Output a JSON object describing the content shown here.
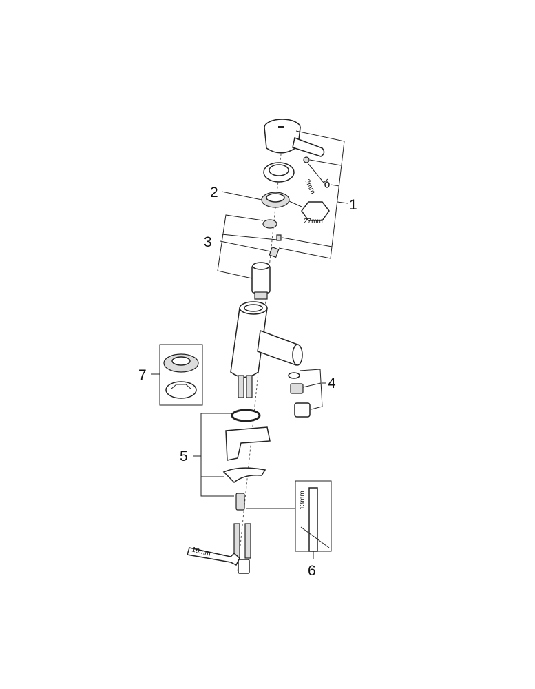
{
  "callouts": {
    "c1": "1",
    "c2": "2",
    "c3": "3",
    "c4": "4",
    "c5": "5",
    "c6": "6",
    "c7": "7"
  },
  "dimensions": {
    "allen_key": "3mm",
    "hex_nut": "27mm",
    "tool_key": "13mm",
    "wrench": "19mm"
  }
}
